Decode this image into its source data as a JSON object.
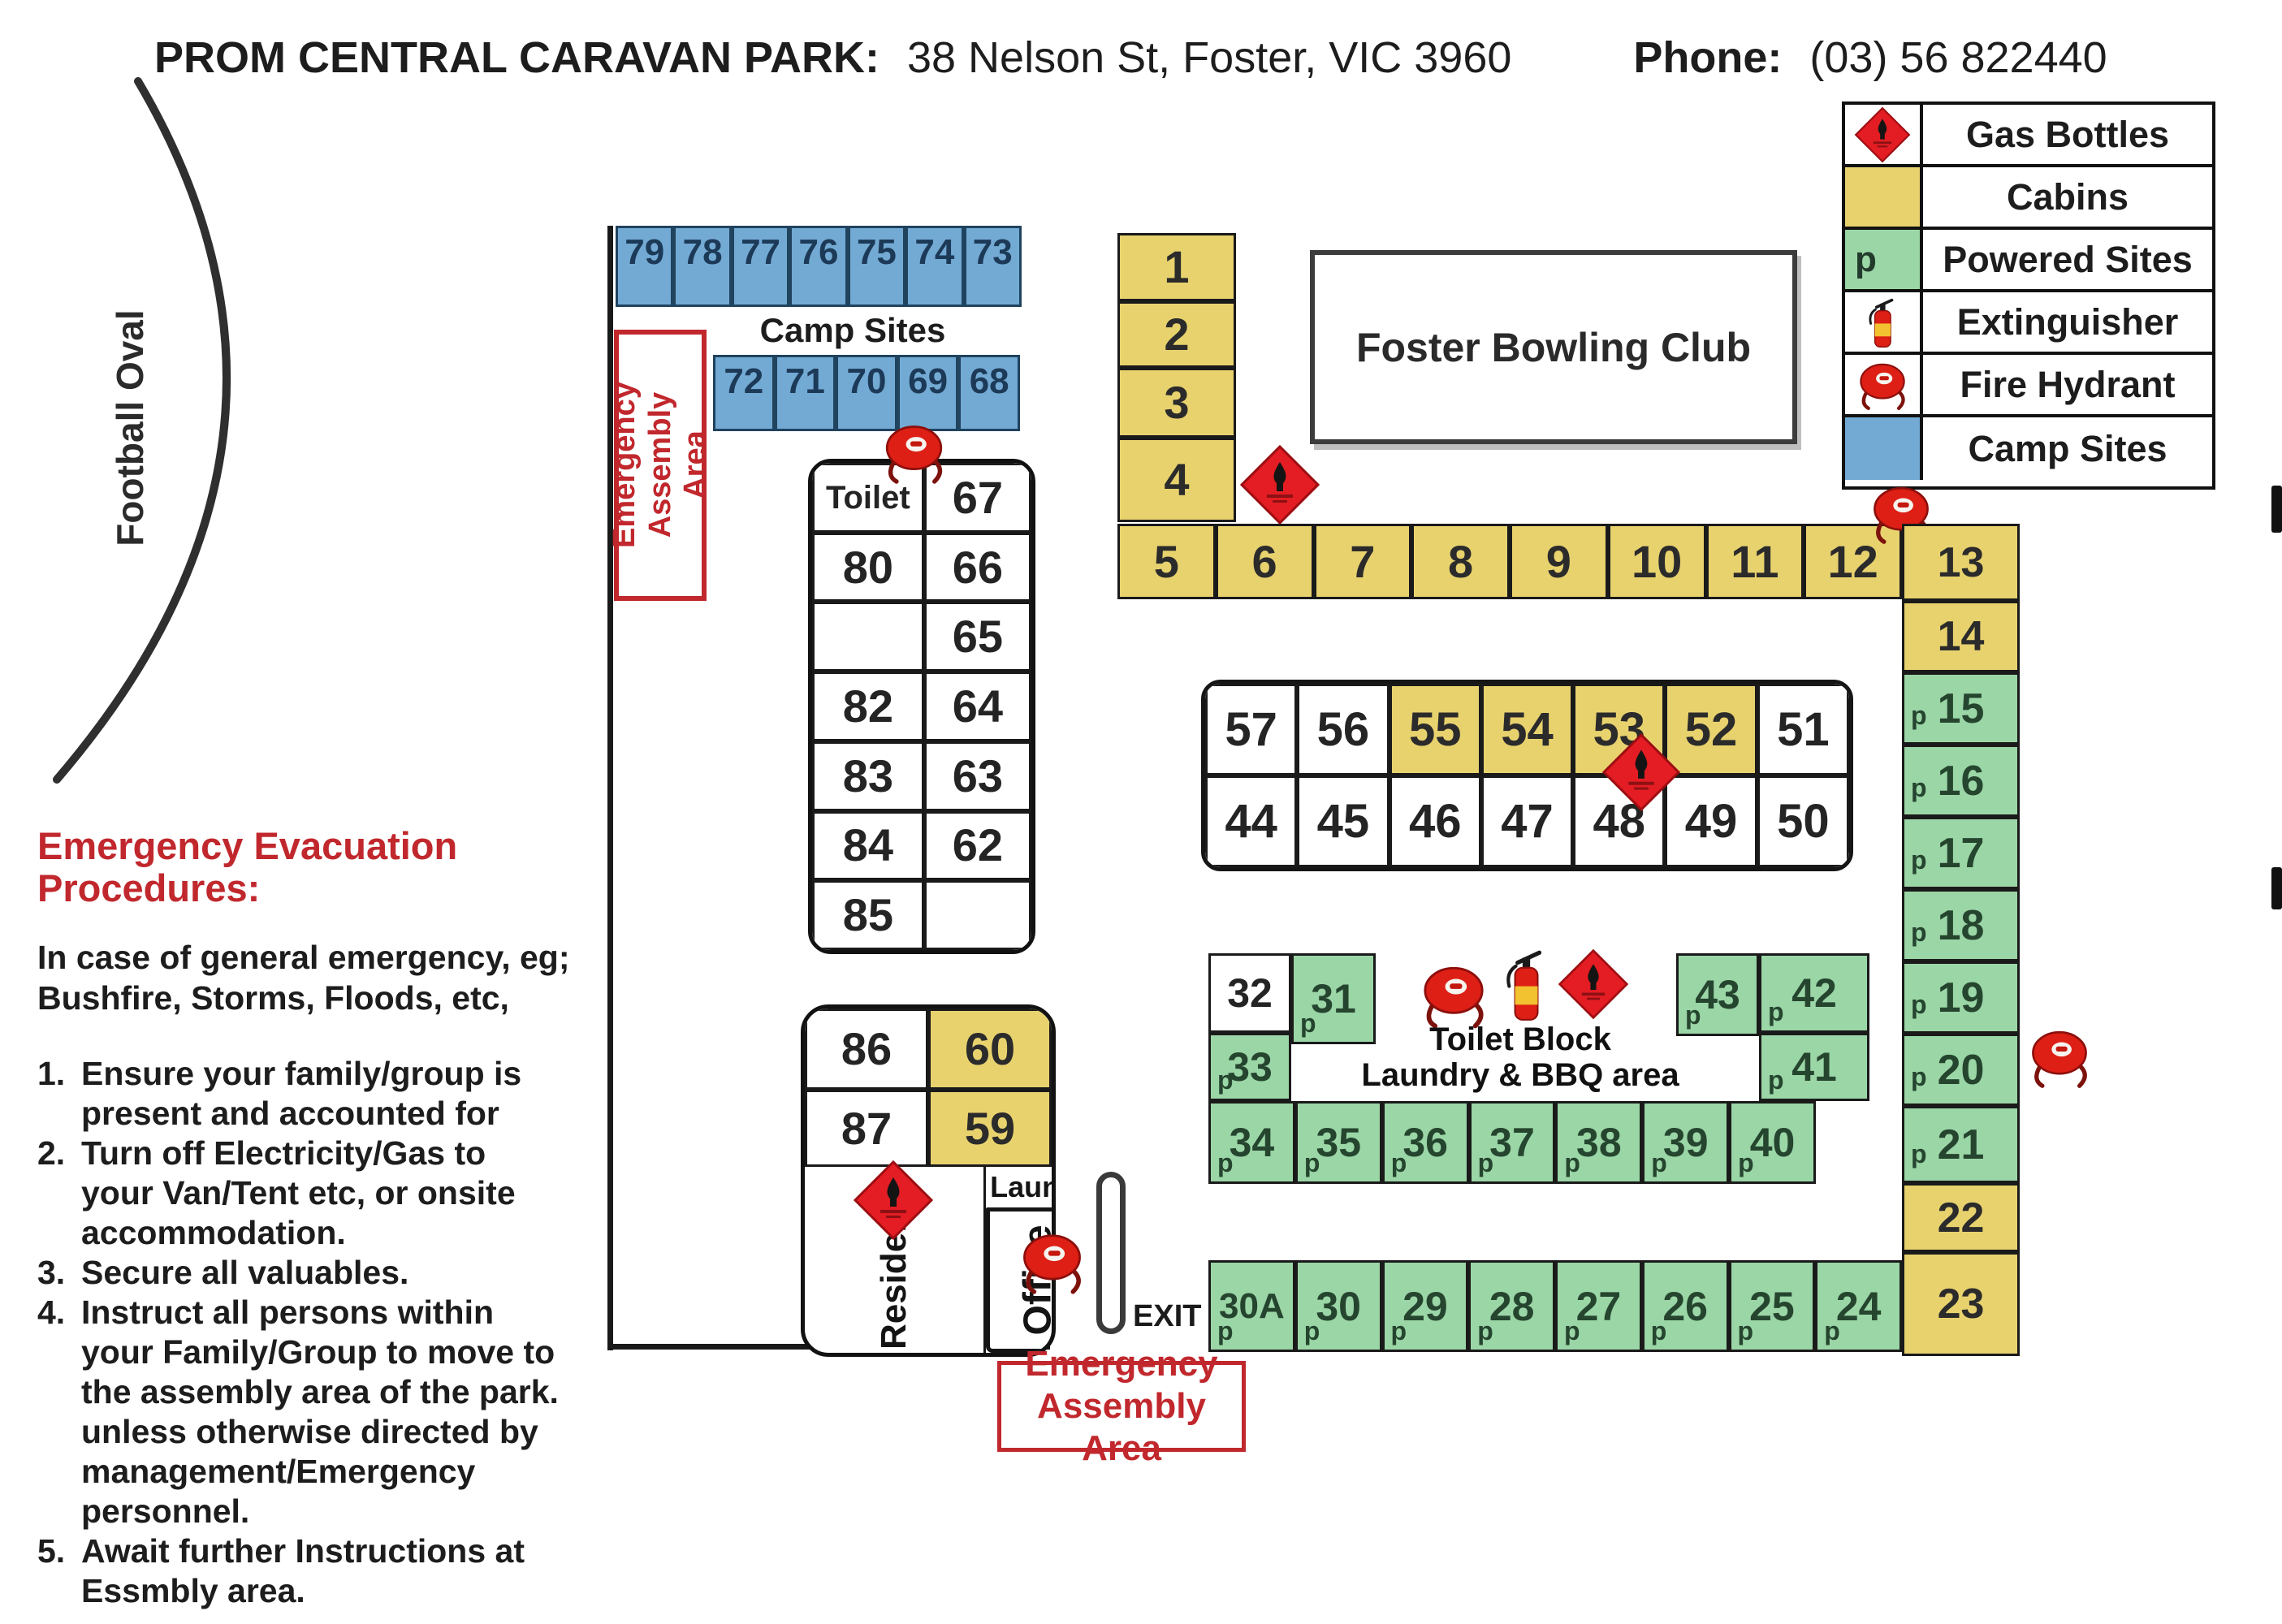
{
  "header": {
    "title": "PROM CENTRAL CARAVAN PARK:",
    "address": "38 Nelson St, Foster, VIC 3960",
    "phone_label": "Phone:",
    "phone_value": "(03) 56 822440"
  },
  "legend": {
    "rows": [
      {
        "key": "gas",
        "label": "Gas Bottles"
      },
      {
        "key": "cabin",
        "label": "Cabins"
      },
      {
        "key": "powered",
        "label": "Powered Sites"
      },
      {
        "key": "extinguisher",
        "label": "Extinguisher"
      },
      {
        "key": "hydrant",
        "label": "Fire Hydrant"
      },
      {
        "key": "camp",
        "label": "Camp Sites"
      }
    ]
  },
  "labels": {
    "football_oval": "Football Oval",
    "camp_sites": "Camp Sites",
    "bowling_club": "Foster Bowling Club",
    "toilet_block_line1": "Toilet Block",
    "toilet_block_line2": "Laundry & BBQ area",
    "laundry": "Laundry",
    "residence": "Residence",
    "office": "Office",
    "exit": "EXIT",
    "assembly_vertical": "Emergency\nAssembly Area",
    "assembly_bottom": "Emergency\nAssembly Area",
    "p": "p"
  },
  "sites": {
    "camp_row_top": [
      "79",
      "78",
      "77",
      "76",
      "75",
      "74",
      "73"
    ],
    "camp_row_bottom": [
      "72",
      "71",
      "70",
      "69",
      "68"
    ],
    "cabin_column": [
      "1",
      "2",
      "3",
      "4"
    ],
    "cabin_row": [
      "5",
      "6",
      "7",
      "8",
      "9",
      "10",
      "11",
      "12"
    ],
    "right_column": [
      {
        "n": "13",
        "type": "cabin"
      },
      {
        "n": "14",
        "type": "cabin"
      },
      {
        "n": "15",
        "type": "powered"
      },
      {
        "n": "16",
        "type": "powered"
      },
      {
        "n": "17",
        "type": "powered"
      },
      {
        "n": "18",
        "type": "powered"
      },
      {
        "n": "19",
        "type": "powered"
      },
      {
        "n": "20",
        "type": "powered"
      },
      {
        "n": "21",
        "type": "powered"
      },
      {
        "n": "22",
        "type": "cabin"
      },
      {
        "n": "23",
        "type": "cabin"
      }
    ],
    "mid_row_top": [
      {
        "n": "57",
        "type": "white"
      },
      {
        "n": "56",
        "type": "white"
      },
      {
        "n": "55",
        "type": "cabin"
      },
      {
        "n": "54",
        "type": "cabin"
      },
      {
        "n": "53",
        "type": "cabin"
      },
      {
        "n": "52",
        "type": "cabin"
      },
      {
        "n": "51",
        "type": "white"
      }
    ],
    "mid_row_bottom": [
      {
        "n": "44",
        "type": "white"
      },
      {
        "n": "45",
        "type": "white"
      },
      {
        "n": "46",
        "type": "white"
      },
      {
        "n": "47",
        "type": "white"
      },
      {
        "n": "48",
        "type": "white"
      },
      {
        "n": "49",
        "type": "white"
      },
      {
        "n": "50",
        "type": "white"
      }
    ],
    "toilet_grid": [
      [
        "Toilet",
        "67"
      ],
      [
        "80",
        "66"
      ],
      [
        "",
        "65"
      ],
      [
        "82",
        "64"
      ],
      [
        "83",
        "63"
      ],
      [
        "84",
        "62"
      ],
      [
        "85",
        ""
      ]
    ],
    "cluster": {
      "c32": {
        "n": "32"
      },
      "c31": {
        "n": "31"
      },
      "c33": {
        "n": "33"
      },
      "c43": {
        "n": "43"
      },
      "c42": {
        "n": "42"
      },
      "c41": {
        "n": "41"
      }
    },
    "powered_row": [
      "34",
      "35",
      "36",
      "37",
      "38",
      "39",
      "40"
    ],
    "bottom_row": [
      "30A",
      "30",
      "29",
      "28",
      "27",
      "26",
      "25",
      "24"
    ],
    "home_block": {
      "c86": {
        "n": "86"
      },
      "c60": {
        "n": "60"
      },
      "c87": {
        "n": "87"
      },
      "c59": {
        "n": "59"
      }
    }
  },
  "procedures": {
    "heading": "Emergency Evacuation\nProcedures:",
    "intro": "In case of general emergency, eg;\nBushfire, Storms, Floods, etc,",
    "items": [
      {
        "num": "1.",
        "text": "Ensure your family/group is\npresent and accounted for"
      },
      {
        "num": "2.",
        "text": "Turn off Electricity/Gas to\nyour Van/Tent etc, or onsite\naccommodation."
      },
      {
        "num": "3.",
        "text": "Secure all valuables."
      },
      {
        "num": "4.",
        "text": "Instruct all persons within\nyour Family/Group to move to\nthe assembly area of the park.\nunless otherwise directed by\nmanagement/Emergency\npersonnel."
      },
      {
        "num": "5.",
        "text": "Await further Instructions at\nEssmbly area."
      }
    ]
  },
  "colors": {
    "cabin": "#e8d26e",
    "powered": "#9bd6a6",
    "camp": "#73aad4",
    "emergency_red": "#c1282d",
    "hydrant_red": "#dd1f15",
    "gas_red": "#e31d23"
  }
}
